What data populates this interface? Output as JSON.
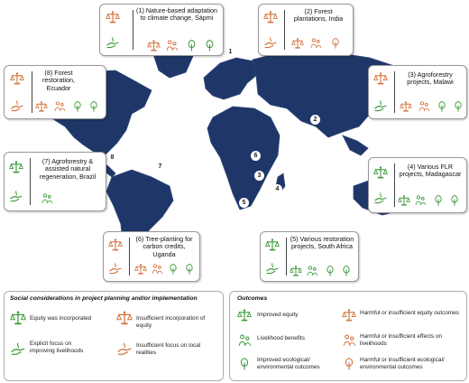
{
  "colors": {
    "ocean_land": "#1f3768",
    "equity_good": "#3c9a3c",
    "equity_bad": "#d4733a",
    "card_border": "#9a9a9a"
  },
  "cases": [
    {
      "id": "1",
      "label": "(1) Nature-based adaptation to climate change, Sápmi"
    },
    {
      "id": "2",
      "label": "(2) Forest plantations, India"
    },
    {
      "id": "3",
      "label": "(3) Agroforestry projects, Malawi"
    },
    {
      "id": "4",
      "label": "(4) Various FLR projects, Madagascar"
    },
    {
      "id": "5",
      "label": "(5) Various restoration projects, South Africa"
    },
    {
      "id": "6",
      "label": "(6) Tree-planting for carbon credits, Uganda"
    },
    {
      "id": "7",
      "label": "(7) Agroforestry & assisted natural regeneration, Brazil"
    },
    {
      "id": "8",
      "label": "(8) Forest restoration, Ecuador"
    }
  ],
  "markers": [
    "1",
    "2",
    "3",
    "4",
    "5",
    "6",
    "7",
    "8"
  ],
  "legend": {
    "social_title": "Social considerations in project planning and/or implementation",
    "outcomes_title": "Outcomes",
    "social": [
      {
        "icon": "equity-incorporated-icon",
        "text": "Equity was incorporated"
      },
      {
        "icon": "insufficient-equity-icon",
        "text": "Insufficient incorporation of equity"
      },
      {
        "icon": "livelihoods-focus-icon",
        "text": "Explicit focus on improving livelihoods"
      },
      {
        "icon": "insufficient-local-icon",
        "text": "Insufficient focus on local realities"
      }
    ],
    "outcomes": [
      {
        "icon": "improved-equity-icon",
        "text": "Improved equity"
      },
      {
        "icon": "harmful-equity-icon",
        "text": "Harmful or insufficient equity outcomes"
      },
      {
        "icon": "livelihood-benefits-icon",
        "text": "Livelihood benefits"
      },
      {
        "icon": "harmful-livelihood-icon",
        "text": "Harmful or insufficient effects on livelihoods"
      },
      {
        "icon": "improved-eco-icon",
        "text": "Improved ecological/ environmental outcomes"
      },
      {
        "icon": "harmful-eco-icon",
        "text": "Harmful or insufficient ecological/ environmental outcomes"
      }
    ]
  }
}
